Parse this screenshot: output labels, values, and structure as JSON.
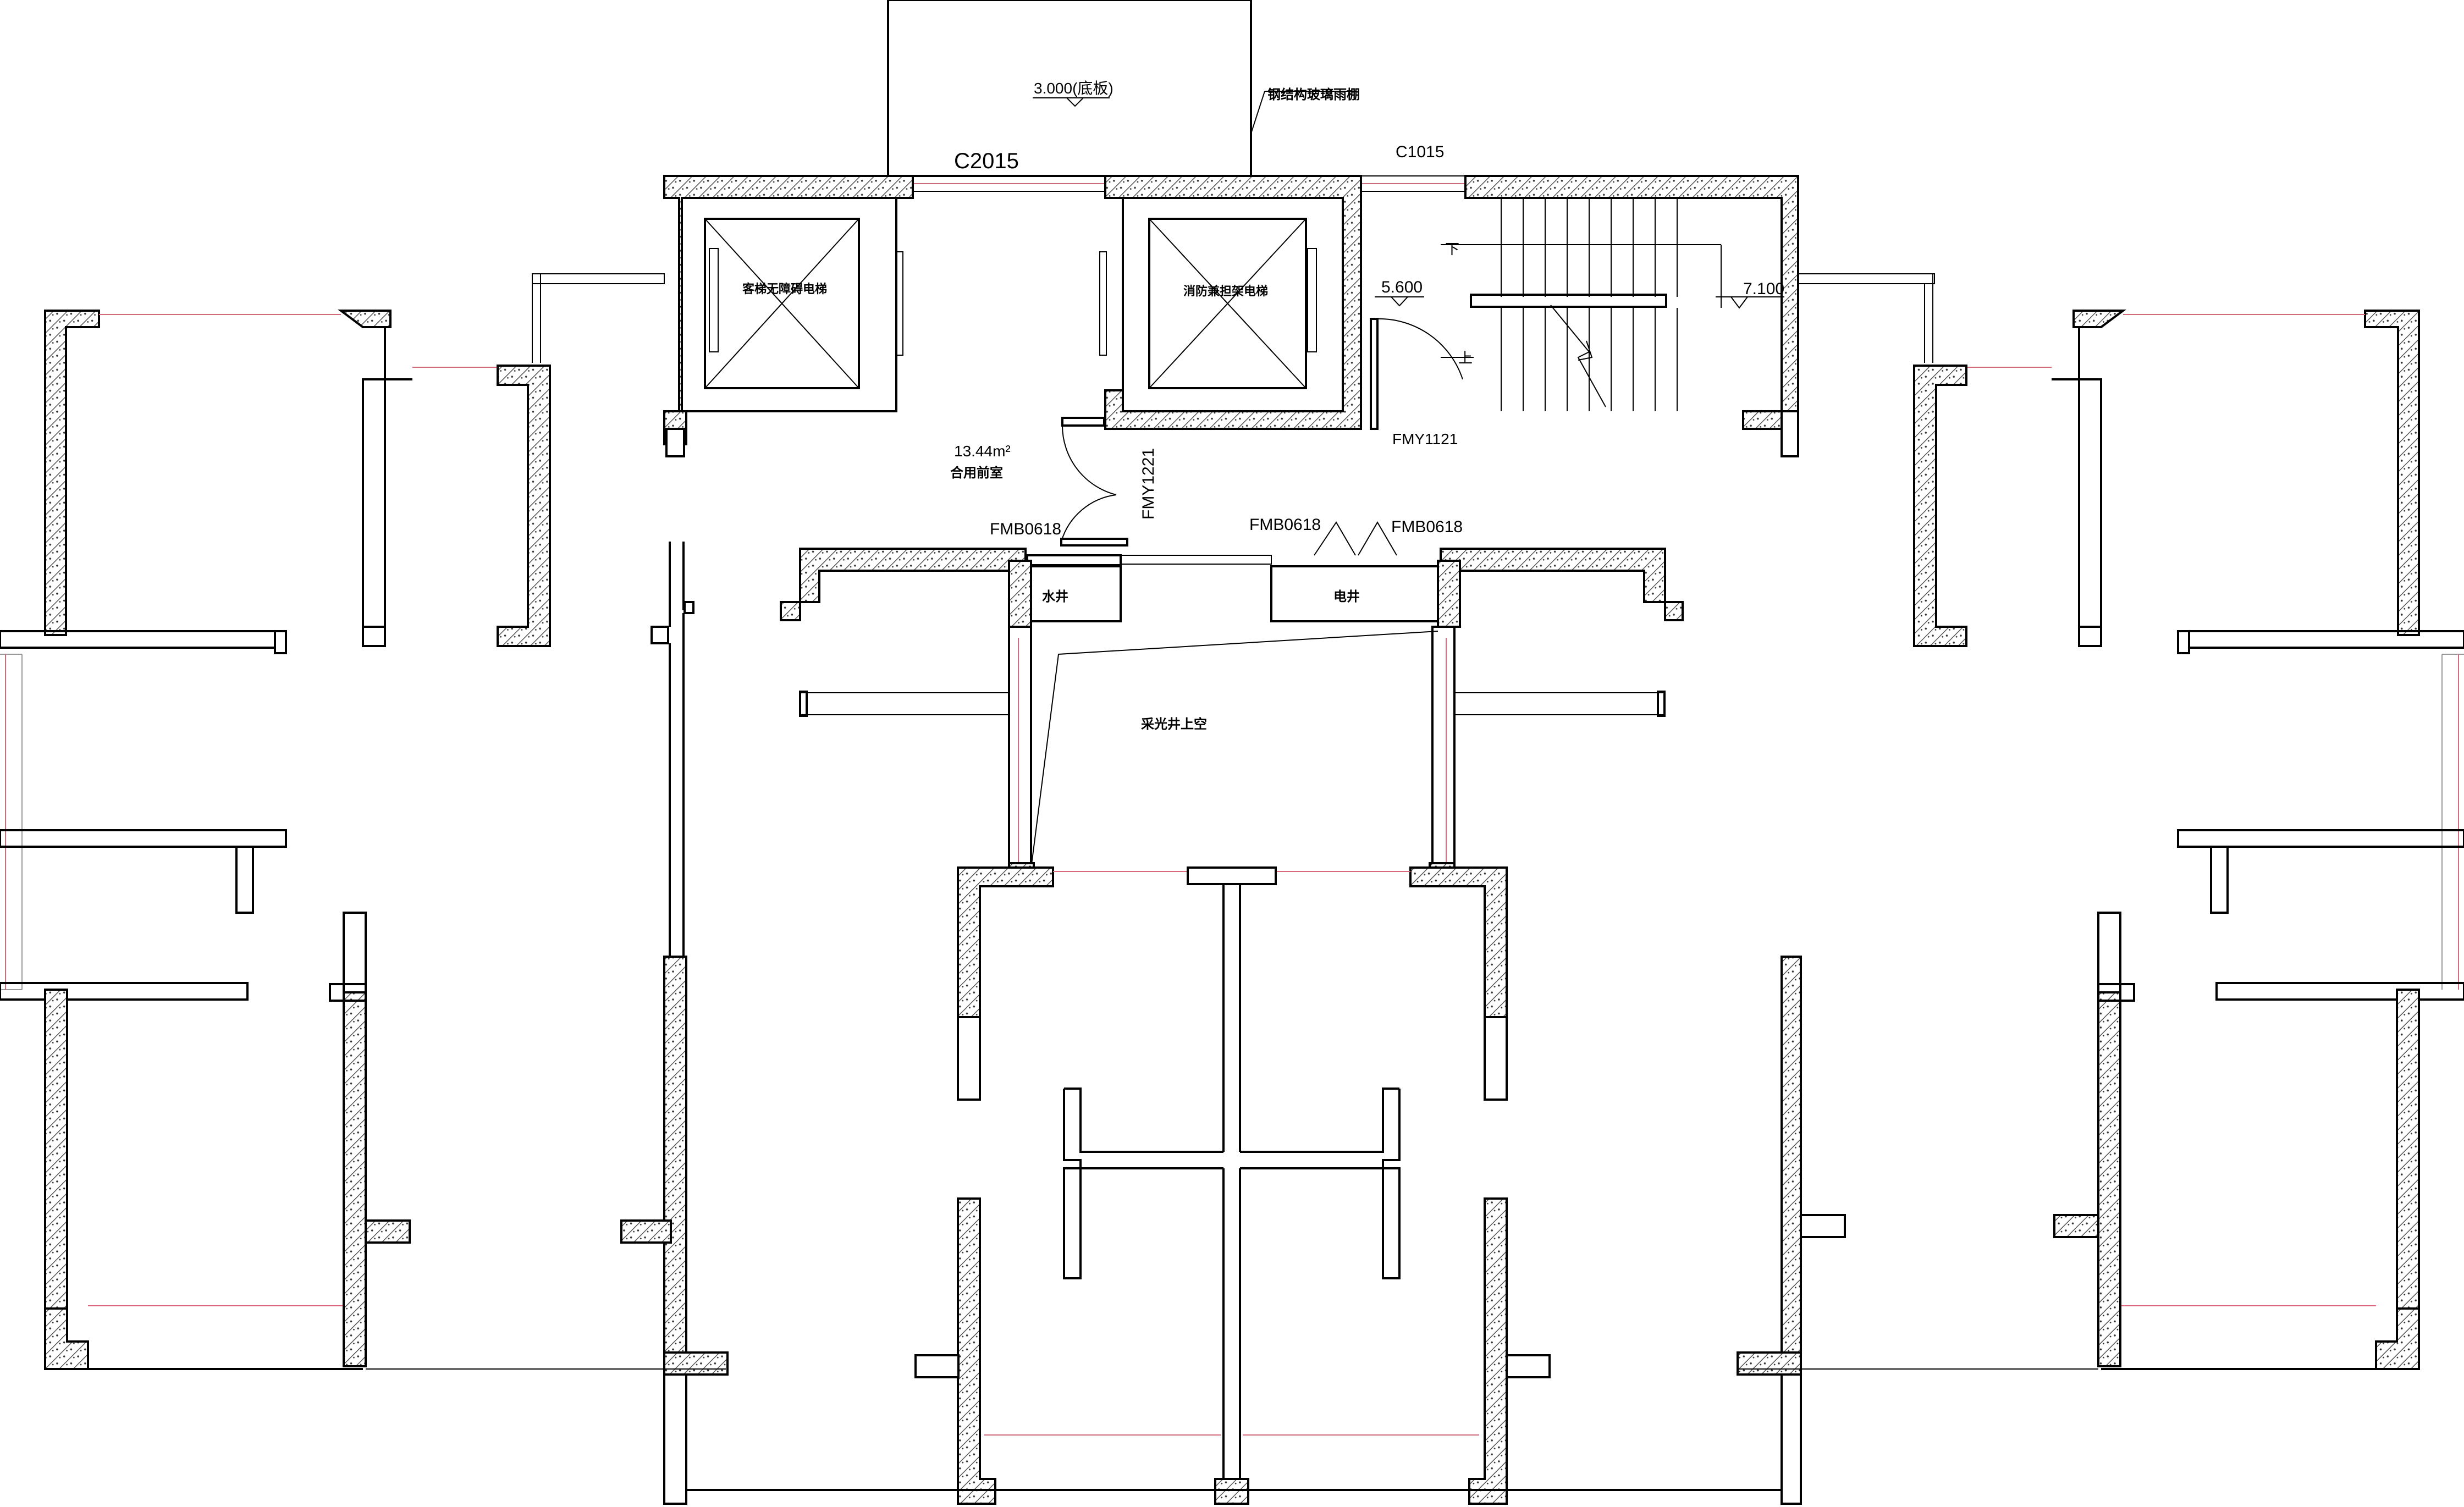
{
  "labels": {
    "canopy_level": "3.000(底板)",
    "canopy_note": "钢结构玻璃雨棚",
    "window_c2015": "C2015",
    "window_c1015": "C1015",
    "elevator_left": "客梯无障碍电梯",
    "elevator_right": "消防兼担架电梯",
    "level_5600": "5.600",
    "level_7100": "7.100",
    "stair_down": "下",
    "stair_up": "上",
    "door_fmy1121": "FMY1121",
    "area_value": "13.44m²",
    "area_room": "合用前室",
    "door_fmy1221": "FMY1221",
    "door_fmb0618_a": "FMB0618",
    "door_fmb0618_b": "FMB0618",
    "door_fmb0618_c": "FMB0618",
    "water_shaft": "水井",
    "electric_shaft": "电井",
    "lightwell": "采光井上空"
  },
  "colors": {
    "line": "#000000",
    "window_line": "#d46a7a",
    "guide_line": "#9a9a9a",
    "background": "#ffffff"
  }
}
